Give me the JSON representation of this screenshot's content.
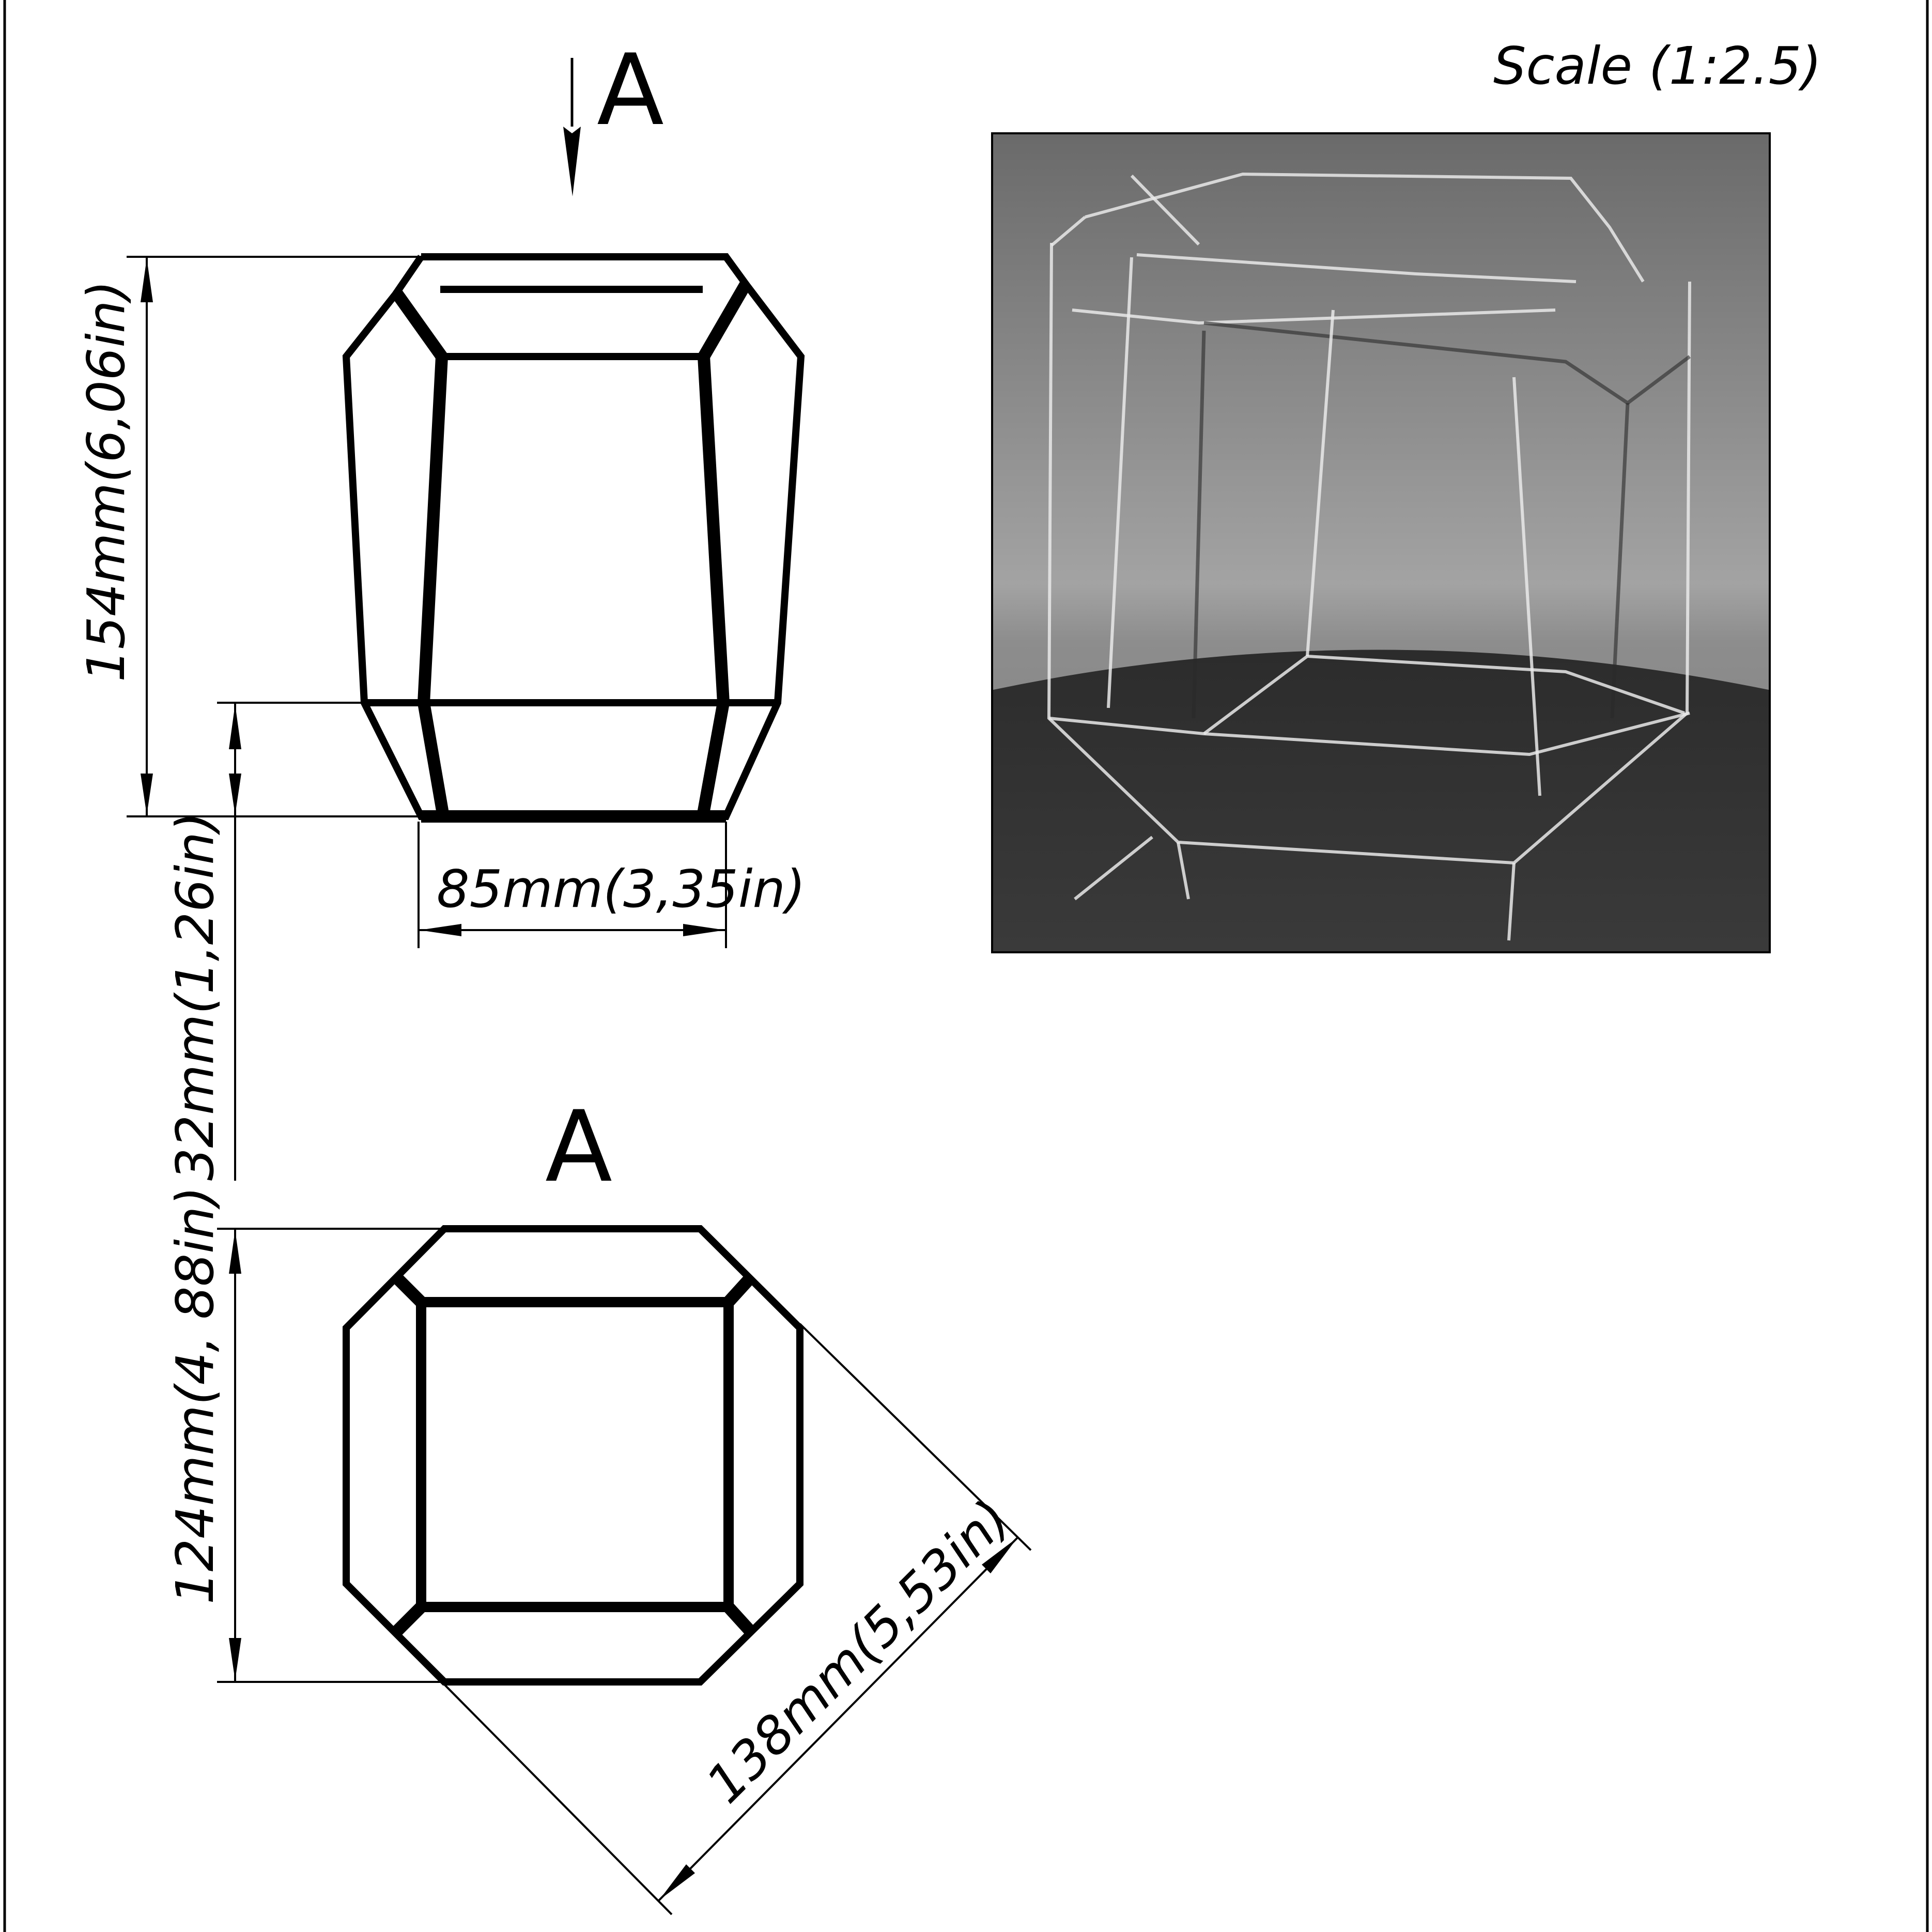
{
  "sheet": {
    "scale_label": "Scale (1:2.5)",
    "section_marker_top": "A",
    "section_marker_view": "A"
  },
  "front_view": {
    "height_dimension": "154mm(6,06in)",
    "base_height_dimension": "32mm(1,26in)",
    "width_dimension": "85mm(3,35in)"
  },
  "top_view": {
    "depth_dimension": "124mm(4, 88in)",
    "diagonal_dimension": "138mm(5,53in)"
  },
  "render": {
    "description": "glass-octagonal-terrarium-render",
    "background_top": "#6e6e6e",
    "background_mid": "#9a9a9a",
    "floor": "#333333"
  },
  "colors": {
    "line": "#000000",
    "paper": "#ffffff"
  }
}
